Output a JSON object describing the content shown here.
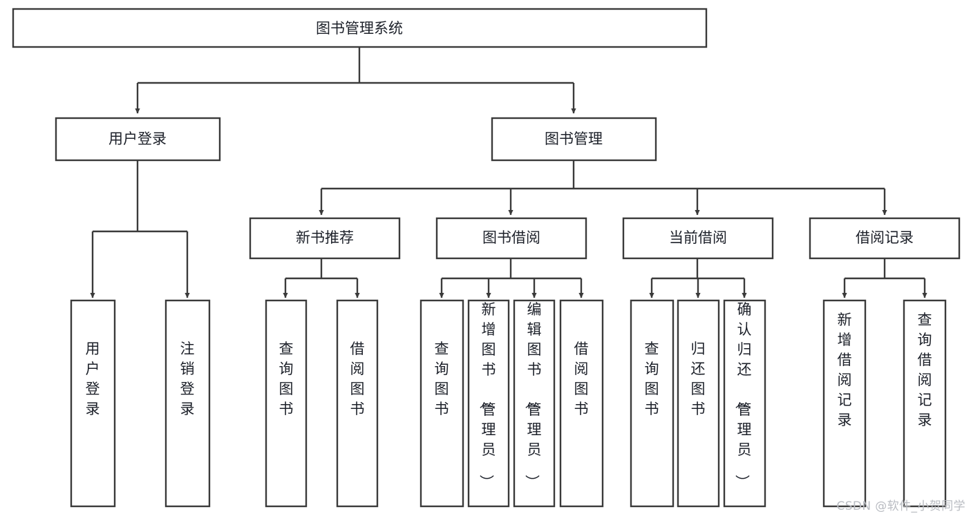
{
  "diagram": {
    "type": "tree",
    "title": "图书管理系统",
    "orientation": "top-down",
    "colors": {
      "box_stroke": "#3a3a3a",
      "box_fill": "#ffffff",
      "text": "#1c2029",
      "connector": "#3a3a3a",
      "watermark": "#b9bcc2",
      "background": "#ffffff"
    },
    "watermark": "CSDN @软件_小贺同学",
    "nodes": {
      "root": {
        "label": "图书管理系统"
      },
      "level2": [
        {
          "id": "user-login",
          "label": "用户登录"
        },
        {
          "id": "book-manage",
          "label": "图书管理"
        }
      ],
      "level3": [
        {
          "id": "new-book-rec",
          "label": "新书推荐"
        },
        {
          "id": "book-borrow",
          "label": "图书借阅"
        },
        {
          "id": "current-borrow",
          "label": "当前借阅"
        },
        {
          "id": "borrow-record",
          "label": "借阅记录"
        }
      ],
      "leaves": {
        "user-login": [
          {
            "id": "leaf-user-login",
            "label": "用户登录"
          },
          {
            "id": "leaf-logout",
            "label": "注销登录"
          }
        ],
        "new-book-rec": [
          {
            "id": "leaf-query-book-1",
            "label": "查询图书"
          },
          {
            "id": "leaf-borrow-book-1",
            "label": "借阅图书"
          }
        ],
        "book-borrow": [
          {
            "id": "leaf-query-book-2",
            "label": "查询图书"
          },
          {
            "id": "leaf-add-book",
            "label": "新增图书（管理员）"
          },
          {
            "id": "leaf-edit-book",
            "label": "编辑图书（管理员）"
          },
          {
            "id": "leaf-borrow-book-2",
            "label": "借阅图书"
          }
        ],
        "current-borrow": [
          {
            "id": "leaf-query-book-3",
            "label": "查询图书"
          },
          {
            "id": "leaf-return-book",
            "label": "归还图书"
          },
          {
            "id": "leaf-confirm-return",
            "label": "确认归还（管理员）"
          }
        ],
        "borrow-record": [
          {
            "id": "leaf-add-record",
            "label": "新增借阅记录"
          },
          {
            "id": "leaf-query-record",
            "label": "查询借阅记录"
          }
        ]
      }
    }
  }
}
